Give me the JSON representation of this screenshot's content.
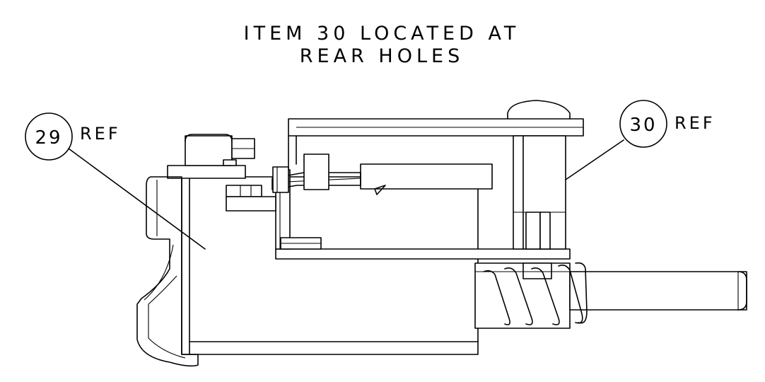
{
  "note": {
    "line1": "ITEM 30 LOCATED AT",
    "line2": "REAR HOLES"
  },
  "callouts": [
    {
      "number": "29",
      "suffix": "REF"
    },
    {
      "number": "30",
      "suffix": "REF"
    }
  ]
}
